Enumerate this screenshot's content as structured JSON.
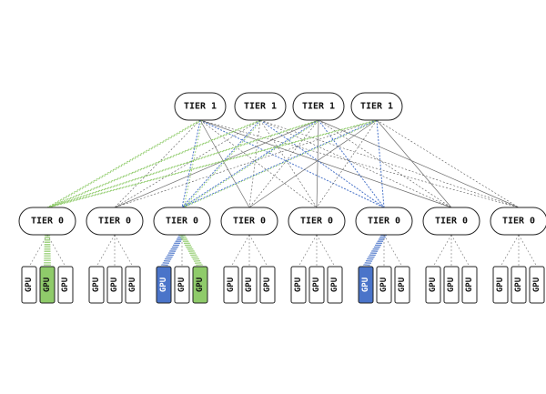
{
  "labels": {
    "tier1": "TIER 1",
    "tier0": "TIER 0",
    "gpu": "GPU"
  },
  "tier1_count": 4,
  "tier0_count": 8,
  "gpus_per_tier0": 3,
  "colors": {
    "blue": "#4a74c9",
    "green": "#8fcb6a",
    "link_gray": "#555555",
    "node_stroke": "#222222"
  },
  "highlighted_gpus": [
    {
      "tier0": 0,
      "gpu": 1,
      "color": "green"
    },
    {
      "tier0": 2,
      "gpu": 0,
      "color": "blue"
    },
    {
      "tier0": 2,
      "gpu": 2,
      "color": "green"
    },
    {
      "tier0": 5,
      "gpu": 0,
      "color": "blue"
    }
  ],
  "blue_tier0": [
    2,
    5
  ],
  "green_tier0": [
    0,
    2
  ]
}
